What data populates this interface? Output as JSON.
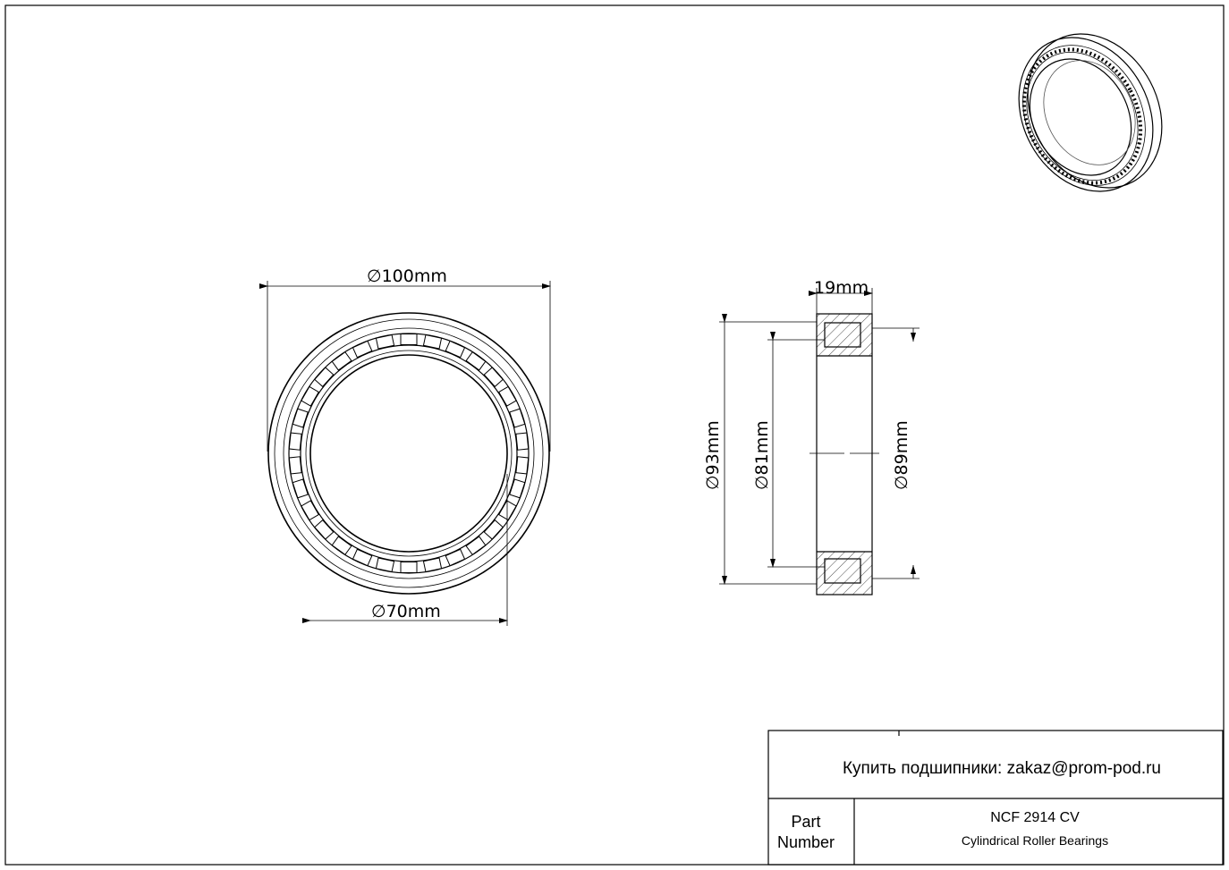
{
  "dimensions": {
    "outer_diameter": "100mm",
    "bore_diameter": "70mm",
    "width": "19mm",
    "d93": "93mm",
    "d81": "81mm",
    "d89": "89mm",
    "diameter_symbol": "∅"
  },
  "title_block": {
    "contact": "Купить подшипники: zakaz@prom-pod.ru",
    "part_label_line1": "Part",
    "part_label_line2": "Number",
    "part_number": "NCF 2914 CV",
    "description": "Cylindrical Roller Bearings"
  }
}
